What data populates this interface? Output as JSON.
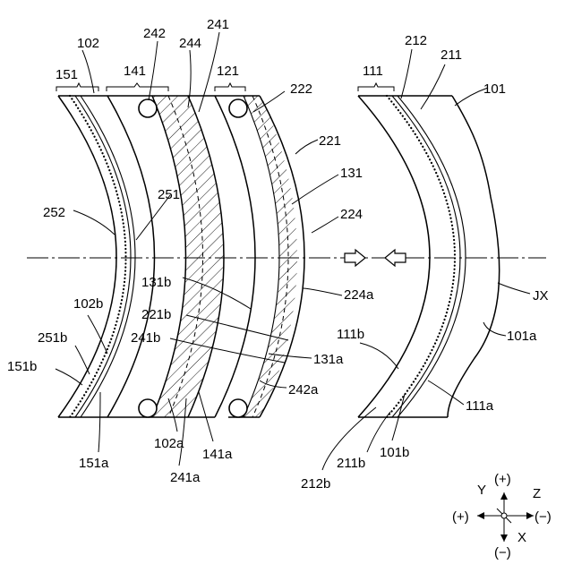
{
  "labels": {
    "l102": "102",
    "l242": "242",
    "l244": "244",
    "l241": "241",
    "l151": "151",
    "l141": "141",
    "l121": "121",
    "l222": "222",
    "l212": "212",
    "l211": "211",
    "l101": "101",
    "l111": "111",
    "l221": "221",
    "l131": "131",
    "l251": "251",
    "l252": "252",
    "l224": "224",
    "lJX": "JX",
    "l131b": "131b",
    "l224a": "224a",
    "l102b": "102b",
    "l221b": "221b",
    "l111b": "111b",
    "l101a": "101a",
    "l251b": "251b",
    "l241b": "241b",
    "l131a": "131a",
    "l151b": "151b",
    "l242a": "242a",
    "l111a": "111a",
    "l102a": "102a",
    "l141a": "141a",
    "l211b": "211b",
    "l101b": "101b",
    "l151a": "151a",
    "l241a": "241a",
    "l212b": "212b"
  },
  "coords": {
    "y": "Y",
    "z": "Z",
    "x": "X",
    "plus_top": "(+)",
    "plus_left": "(+)",
    "minus_right": "(−)",
    "minus_bottom": "(−)"
  },
  "colors": {
    "line": "#000000",
    "background": "#ffffff"
  }
}
